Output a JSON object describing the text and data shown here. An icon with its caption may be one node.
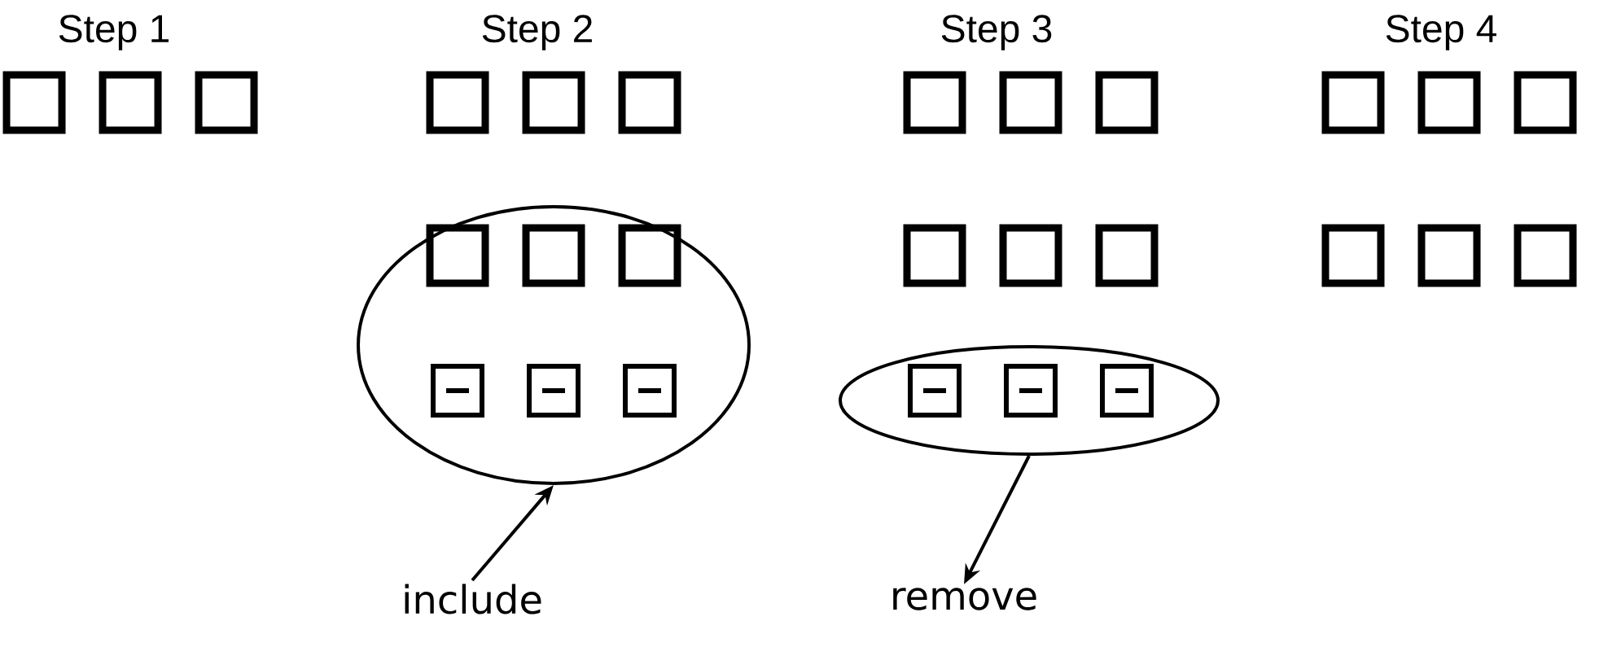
{
  "diagram": {
    "nodes": [
      {
        "text": [],
        "shape": "ellipse"
      },
      {
        "text": [],
        "shape": "ellipse"
      },
      {
        "text": [
          "include"
        ]
      },
      {
        "text": [
          "remove"
        ]
      }
    ],
    "edges": [
      {
        "from": 2,
        "to": 0,
        "arrow": "to"
      },
      {
        "from": 1,
        "to": 3,
        "arrow": "to"
      }
    ],
    "labels": [
      "Step 1",
      "Step 2",
      "Step 3",
      "Step 4"
    ]
  }
}
